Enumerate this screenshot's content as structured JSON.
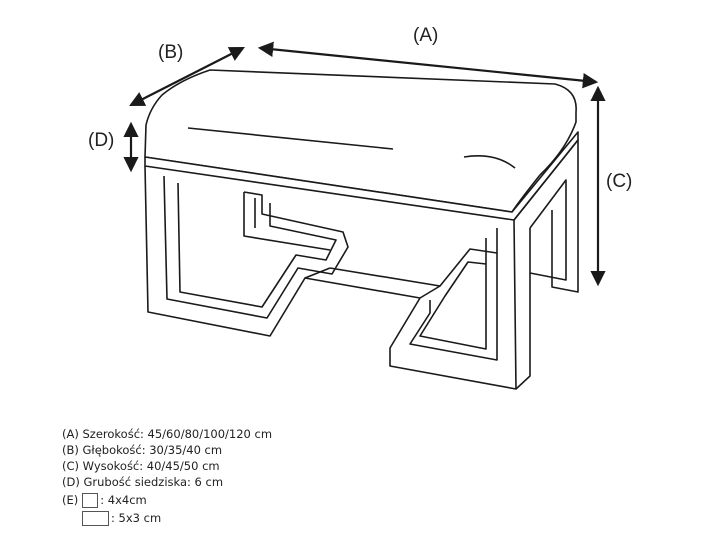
{
  "dimension_labels": {
    "a": "(A)",
    "b": "(B)",
    "c": "(C)",
    "d": "(D)"
  },
  "legend": {
    "a": "(A) Szerokość: 45/60/80/100/120 cm",
    "b": "(B) Głębokość: 30/35/40 cm",
    "c": "(C) Wysokość: 40/45/50 cm",
    "d": "(D) Grubość siedziska: 6 cm",
    "e_prefix": "(E)",
    "e_option1": ": 4x4cm",
    "e_option2": ": 5x3 cm"
  },
  "colors": {
    "line": "#1a1a1a",
    "text": "#222222",
    "swatch_border": "#555555",
    "background": "#ffffff"
  }
}
